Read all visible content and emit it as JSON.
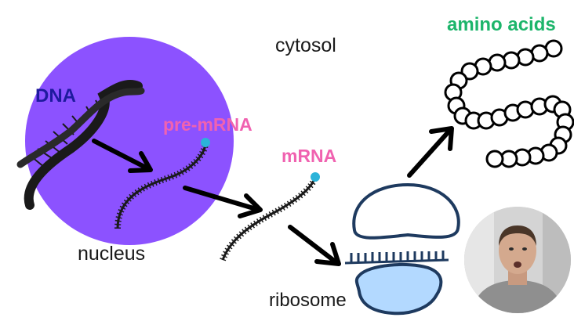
{
  "labels": {
    "cytosol": "cytosol",
    "amino_acids": "amino acids",
    "dna": "DNA",
    "pre_mrna": "pre-mRNA",
    "mrna": "mRNA",
    "nucleus": "nucleus",
    "ribosome": "ribosome"
  },
  "colors": {
    "nucleus_fill": "#8C52FF",
    "dna_label": "#1E1A9E",
    "mrna_label": "#F062B0",
    "amino_label": "#1DB56B",
    "ribosome_small_fill": "#B3D9FF",
    "ribosome_stroke": "#1E3A5F",
    "arrow": "#000000",
    "strand_cap": "#2BB3D9"
  },
  "icons": {
    "dna": "double-helix-icon",
    "amino_chain": "bead-chain-icon",
    "ribosome": "ribosome-icon",
    "presenter": "presenter-webcam-avatar"
  }
}
